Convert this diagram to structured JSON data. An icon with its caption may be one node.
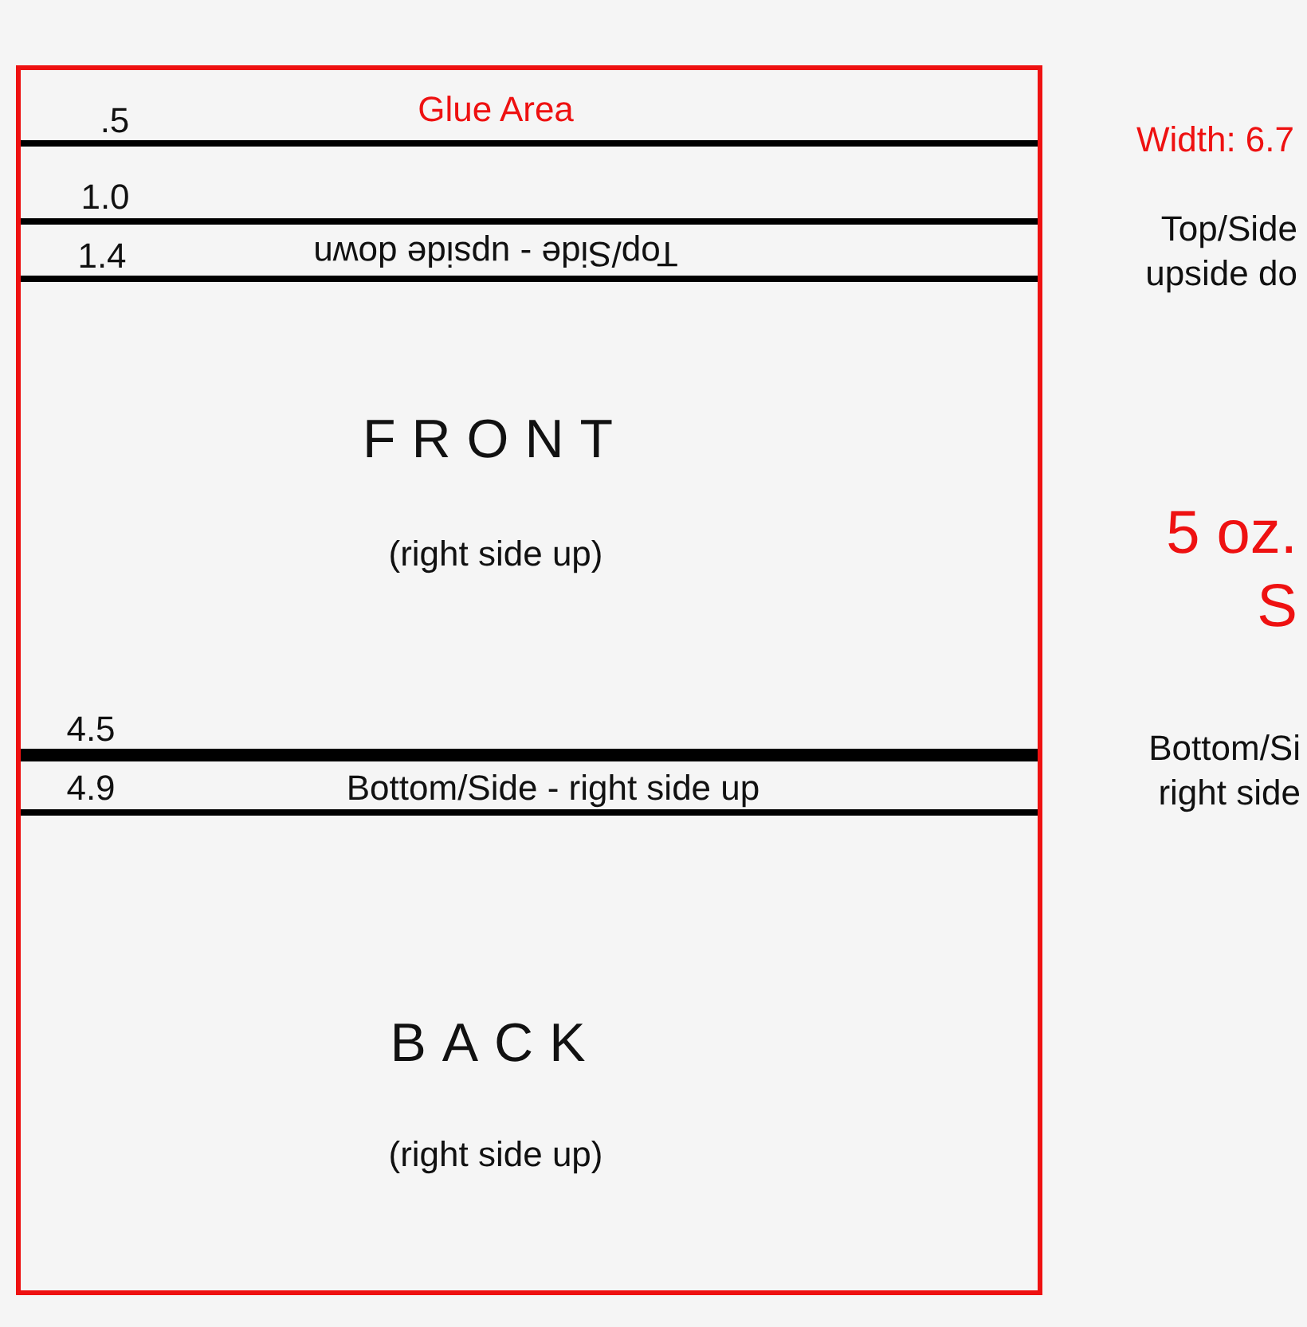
{
  "diagram": {
    "nodes": [
      {
        "text": [],
        "shape": "box"
      },
      {
        "text": [
          "Glue Area"
        ],
        "in": 0
      },
      {
        "text": [
          "Top/Side  -  upside down"
        ],
        "in": 0
      },
      {
        "text": [
          "FRONT",
          "(right side up)"
        ],
        "in": 0
      },
      {
        "text": [
          "Bottom/Side  -  right side up"
        ],
        "in": 0
      },
      {
        "text": [
          "BACK",
          "(right side up)"
        ],
        "in": 0
      }
    ],
    "edges": [],
    "labels": [
      ".5",
      "1.0",
      "1.4",
      "4.5",
      "4.9",
      "Width:  6.7",
      "Top/Side upside do",
      "5 oz.",
      "S",
      "Bottom/Si right side"
    ]
  }
}
